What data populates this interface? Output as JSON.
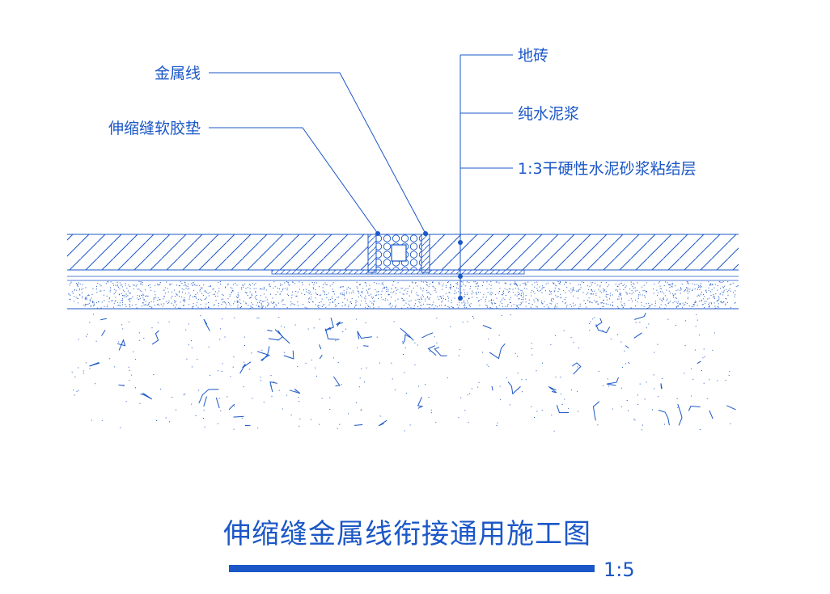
{
  "labels": {
    "metal_strip": "金属线",
    "soft_rubber_pad": "伸缩缝软胶垫",
    "floor_tile": "地砖",
    "neat_cement_paste": "纯水泥浆",
    "dry_mortar_bed": "1:3干硬性水泥砂浆粘结层"
  },
  "title": "伸缩缝金属线衔接通用施工图",
  "scale": "1:5",
  "colors": {
    "line": "#1b57c7",
    "title_bar": "#1b57c7",
    "background": "#ffffff"
  }
}
